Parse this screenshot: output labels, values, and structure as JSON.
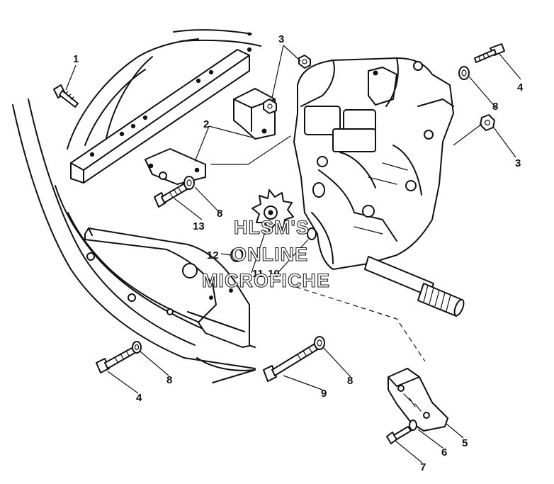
{
  "callouts": [
    {
      "id": "c1",
      "text": "1"
    },
    {
      "id": "c3a",
      "text": "3"
    },
    {
      "id": "c4a",
      "text": "4"
    },
    {
      "id": "c8a",
      "text": "8"
    },
    {
      "id": "c3b",
      "text": "3"
    },
    {
      "id": "c2",
      "text": "2"
    },
    {
      "id": "c13",
      "text": "13"
    },
    {
      "id": "c8b",
      "text": "8"
    },
    {
      "id": "c12",
      "text": "12"
    },
    {
      "id": "c11",
      "text": "11"
    },
    {
      "id": "c10",
      "text": "10"
    },
    {
      "id": "c4b",
      "text": "4"
    },
    {
      "id": "c8c",
      "text": "8"
    },
    {
      "id": "c9",
      "text": "9"
    },
    {
      "id": "c8d",
      "text": "8"
    },
    {
      "id": "c5",
      "text": "5"
    },
    {
      "id": "c6",
      "text": "6"
    },
    {
      "id": "c7",
      "text": "7"
    }
  ],
  "watermark": {
    "line1": "HLSM'S",
    "line2": "ONLINE",
    "line3": "MICROFICHE"
  }
}
